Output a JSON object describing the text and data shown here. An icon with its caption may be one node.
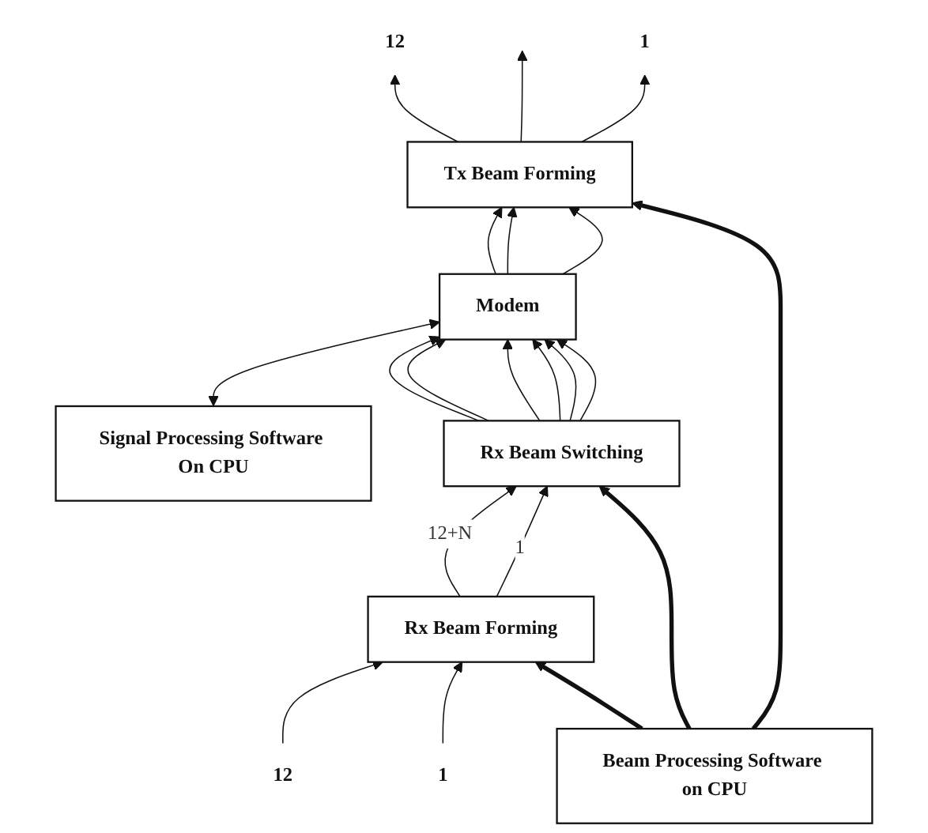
{
  "diagram": {
    "nodes": [
      {
        "text": [
          "Tx Beam Forming"
        ]
      },
      {
        "text": [
          "1"
        ]
      },
      {
        "text": [
          "12"
        ]
      },
      {
        "text": [
          "Signal Processing Software On CPU"
        ]
      },
      {
        "text": [
          "Modem"
        ]
      },
      {
        "text": [
          "Rx Beam Switching"
        ]
      },
      {
        "text": [
          "Beam Processing Software on CPU"
        ]
      },
      {
        "text": [
          "Rx Beam Forming"
        ]
      },
      {
        "text": [
          "1"
        ]
      },
      {
        "text": [
          "12"
        ]
      }
    ],
    "edges": [
      {
        "from": 0,
        "to": 1,
        "arrow": "to"
      },
      {
        "from": 0,
        "to": null,
        "arrow": "to"
      },
      {
        "from": 0,
        "to": 2,
        "arrow": "to"
      },
      {
        "from": 4,
        "to": 0,
        "arrow": "to"
      },
      {
        "from": 4,
        "to": 0,
        "arrow": "to"
      },
      {
        "from": 4,
        "to": 0,
        "arrow": "to"
      },
      {
        "from": 3,
        "to": 4,
        "arrow": "both"
      },
      {
        "from": 5,
        "to": 4,
        "arrow": "to"
      },
      {
        "from": 5,
        "to": 4,
        "arrow": "to"
      },
      {
        "from": 5,
        "to": 4,
        "arrow": "to"
      },
      {
        "from": 5,
        "to": 4,
        "arrow": "to"
      },
      {
        "from": 5,
        "to": 4,
        "arrow": "to"
      },
      {
        "from": 5,
        "to": 4,
        "arrow": "to"
      },
      {
        "from": 6,
        "to": 0,
        "arrow": "to",
        "style": "thick"
      },
      {
        "from": 6,
        "to": 5,
        "arrow": "to",
        "style": "thick"
      },
      {
        "from": 6,
        "to": 7,
        "arrow": "to",
        "style": "thick"
      },
      {
        "from": 7,
        "to": 5,
        "arrow": "to",
        "label": "1"
      },
      {
        "from": 7,
        "to": 5,
        "arrow": "to",
        "label": "12+N"
      },
      {
        "from": 8,
        "to": 7,
        "arrow": "to"
      },
      {
        "from": 9,
        "to": 7,
        "arrow": "to"
      }
    ]
  }
}
